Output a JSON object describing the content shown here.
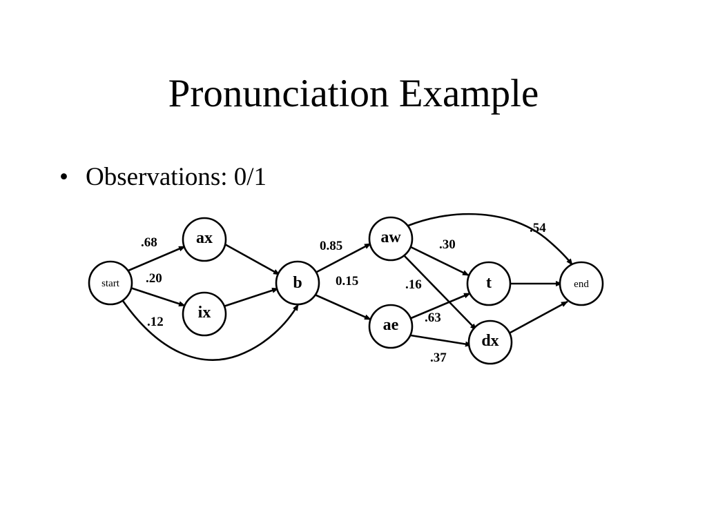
{
  "slide": {
    "title": "Pronunciation Example",
    "bullets": [
      {
        "marker": "•",
        "text": "Observations: 0/1"
      }
    ]
  },
  "diagram": {
    "nodes": [
      {
        "id": "start",
        "label": "start"
      },
      {
        "id": "ax",
        "label": "ax"
      },
      {
        "id": "ix",
        "label": "ix"
      },
      {
        "id": "b",
        "label": "b"
      },
      {
        "id": "aw",
        "label": "aw"
      },
      {
        "id": "ae",
        "label": "ae"
      },
      {
        "id": "t",
        "label": "t"
      },
      {
        "id": "dx",
        "label": "dx"
      },
      {
        "id": "end",
        "label": "end"
      }
    ],
    "edges": [
      {
        "from": "start",
        "to": "ax",
        "label": ".68"
      },
      {
        "from": "start",
        "to": "ix",
        "label": ".20"
      },
      {
        "from": "start",
        "to": "b",
        "label": ".12"
      },
      {
        "from": "ax",
        "to": "b",
        "label": ""
      },
      {
        "from": "ix",
        "to": "b",
        "label": ""
      },
      {
        "from": "b",
        "to": "aw",
        "label": "0.85"
      },
      {
        "from": "b",
        "to": "ae",
        "label": "0.15"
      },
      {
        "from": "aw",
        "to": "t",
        "label": ".30"
      },
      {
        "from": "aw",
        "to": "dx",
        "label": ".16"
      },
      {
        "from": "aw",
        "to": "end",
        "label": ".54"
      },
      {
        "from": "ae",
        "to": "t",
        "label": ".63"
      },
      {
        "from": "ae",
        "to": "dx",
        "label": ".37"
      },
      {
        "from": "t",
        "to": "end",
        "label": ""
      },
      {
        "from": "dx",
        "to": "end",
        "label": ""
      }
    ]
  }
}
